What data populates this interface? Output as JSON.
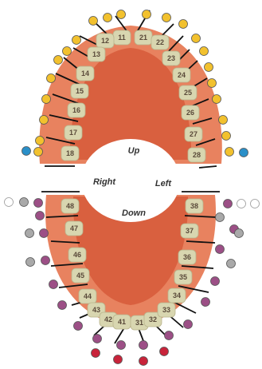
{
  "labels": {
    "up": "Up",
    "down": "Down",
    "right": "Right",
    "left": "Left"
  },
  "teeth": [
    {
      "id": "11",
      "jaw": "upper"
    },
    {
      "id": "12",
      "jaw": "upper"
    },
    {
      "id": "13",
      "jaw": "upper"
    },
    {
      "id": "14",
      "jaw": "upper"
    },
    {
      "id": "15",
      "jaw": "upper"
    },
    {
      "id": "16",
      "jaw": "upper"
    },
    {
      "id": "17",
      "jaw": "upper"
    },
    {
      "id": "18",
      "jaw": "upper"
    },
    {
      "id": "21",
      "jaw": "upper"
    },
    {
      "id": "22",
      "jaw": "upper"
    },
    {
      "id": "23",
      "jaw": "upper"
    },
    {
      "id": "24",
      "jaw": "upper"
    },
    {
      "id": "25",
      "jaw": "upper"
    },
    {
      "id": "26",
      "jaw": "upper"
    },
    {
      "id": "27",
      "jaw": "upper"
    },
    {
      "id": "28",
      "jaw": "upper"
    },
    {
      "id": "48",
      "jaw": "lower"
    },
    {
      "id": "47",
      "jaw": "lower"
    },
    {
      "id": "46",
      "jaw": "lower"
    },
    {
      "id": "45",
      "jaw": "lower"
    },
    {
      "id": "44",
      "jaw": "lower"
    },
    {
      "id": "43",
      "jaw": "lower"
    },
    {
      "id": "42",
      "jaw": "lower"
    },
    {
      "id": "41",
      "jaw": "lower"
    },
    {
      "id": "31",
      "jaw": "lower"
    },
    {
      "id": "32",
      "jaw": "lower"
    },
    {
      "id": "33",
      "jaw": "lower"
    },
    {
      "id": "34",
      "jaw": "lower"
    },
    {
      "id": "35",
      "jaw": "lower"
    },
    {
      "id": "36",
      "jaw": "lower"
    },
    {
      "id": "37",
      "jaw": "lower"
    },
    {
      "id": "38",
      "jaw": "lower"
    }
  ],
  "marker_colors": {
    "yellow": "#f2c12e",
    "blue": "#2a8fc8",
    "purple": "#9c4f86",
    "gray": "#a9a9a9",
    "white": "#ffffff",
    "red": "#c8233a"
  },
  "colors": {
    "gum": "#e8825f",
    "palate": "#d9603f",
    "tooth": "#d8d6b0",
    "line": "#111111"
  }
}
